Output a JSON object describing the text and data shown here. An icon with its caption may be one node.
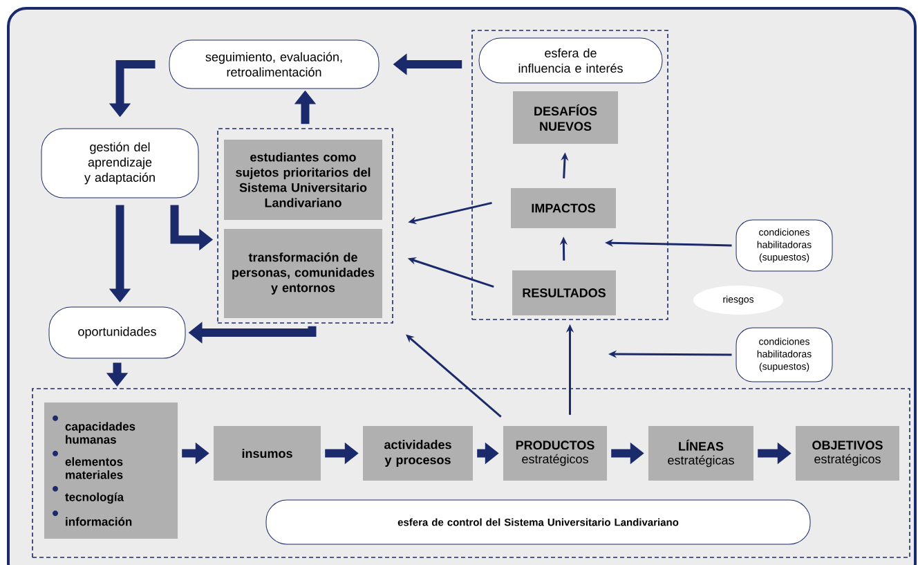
{
  "diagram": {
    "nodes": [
      {
        "text": [
          "seguimiento, evaluación, retroalimentación"
        ]
      },
      {
        "text": [],
        "shape": "box"
      },
      {
        "text": [
          "esfera de influencia e interés"
        ],
        "in": 1
      },
      {
        "text": [
          "DESAFÍOS NUEVOS"
        ],
        "in": 1
      },
      {
        "text": [
          "gestión del aprendizaje y adaptación"
        ]
      },
      {
        "text": [],
        "shape": "box"
      },
      {
        "text": [
          "estudiantes como sujetos prioritarios del Sistema Universitario Landivariano"
        ],
        "in": 5
      },
      {
        "text": [
          "transformación de personas, comunidades y entornos"
        ],
        "in": 5
      },
      {
        "text": [
          "IMPACTOS"
        ],
        "in": 1
      },
      {
        "text": [
          "condiciones habilitadoras (supuestos)"
        ]
      },
      {
        "text": [
          "RESULTADOS"
        ],
        "in": 1
      },
      {
        "text": [
          "riesgos"
        ]
      },
      {
        "text": [
          "oportunidades"
        ]
      },
      {
        "text": [
          "condiciones habilitadoras (supuestos)"
        ]
      },
      {
        "text": [],
        "shape": "box"
      },
      {
        "text": [
          "capacidades humanas",
          "elementos materiales",
          "tecnología",
          "información"
        ],
        "in": 14
      },
      {
        "text": [
          "insumos"
        ],
        "in": 14
      },
      {
        "text": [
          "actividades y procesos"
        ],
        "in": 14
      },
      {
        "text": [
          "**PRODUCTOS** estratégicos"
        ],
        "in": 14
      },
      {
        "text": [
          "**LÍNEAS** estratégicas"
        ],
        "in": 14
      },
      {
        "text": [
          "**OBJETIVOS** estratégicos"
        ],
        "in": 14
      },
      {
        "text": [
          "esfera de control del Sistema Universitario Landivariano"
        ],
        "in": 14
      }
    ],
    "edges": [
      {
        "from": 1,
        "to": 0,
        "arrow": "to"
      },
      {
        "from": 0,
        "to": 4,
        "arrow": "to"
      },
      {
        "from": 5,
        "to": 0,
        "arrow": "to"
      },
      {
        "from": 4,
        "to": 12,
        "arrow": "to"
      },
      {
        "from": 4,
        "to": 5,
        "arrow": "to"
      },
      {
        "from": 5,
        "to": 12,
        "arrow": "to"
      },
      {
        "from": 12,
        "to": 14,
        "arrow": "to"
      },
      {
        "from": 8,
        "to": 5,
        "arrow": "to"
      },
      {
        "from": 10,
        "to": 5,
        "arrow": "to"
      },
      {
        "from": 18,
        "to": 5,
        "arrow": "to"
      },
      {
        "from": 18,
        "to": 1,
        "arrow": "to"
      },
      {
        "from": 10,
        "to": 8,
        "arrow": "to"
      },
      {
        "from": 8,
        "to": 3,
        "arrow": "to"
      },
      {
        "from": 9,
        "to": null,
        "arrow": "to"
      },
      {
        "from": 13,
        "to": null,
        "arrow": "to"
      },
      {
        "from": 15,
        "to": 16,
        "arrow": "to"
      },
      {
        "from": 16,
        "to": 17,
        "arrow": "to"
      },
      {
        "from": 17,
        "to": 18,
        "arrow": "to"
      },
      {
        "from": 18,
        "to": 19,
        "arrow": "to"
      },
      {
        "from": 19,
        "to": 20,
        "arrow": "to"
      }
    ]
  }
}
